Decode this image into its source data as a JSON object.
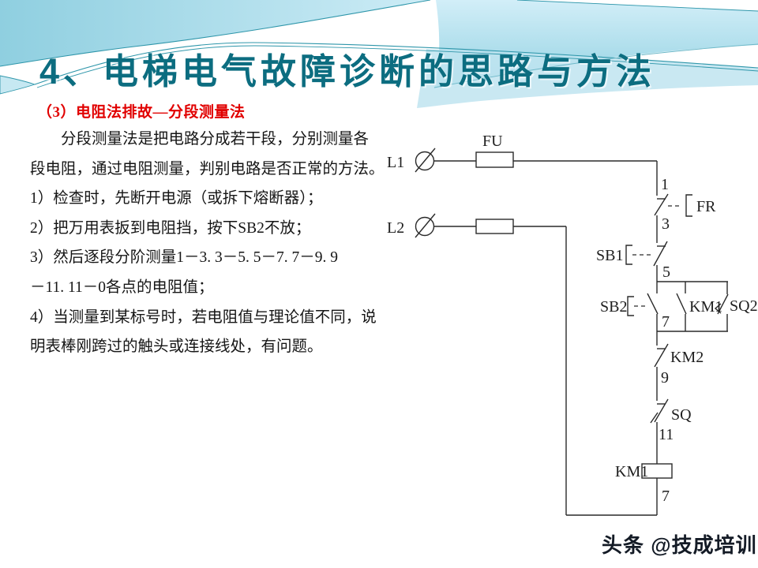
{
  "slide": {
    "title": "4、电梯电气故障诊断的思路与方法",
    "subtitle": "（3）电阻法排故—分段测量法",
    "paragraph_lines": [
      "分段测量法是把电路分成若干段，分别测量各",
      "段电阻，通过电阻测量，判别电路是否正常的方法。",
      "1）检查时，先断开电源（或拆下熔断器）；",
      "2）把万用表扳到电阻挡，按下SB2不放；",
      "3）然后逐段分阶测量1－3. 3－5. 5－7. 7－9. 9",
      "－11.  11－0各点的电阻值；",
      "4）当测量到某标号时，若电阻值与理论值不同，说",
      "明表棒刚跨过的触头或连接线处，有问题。"
    ],
    "watermark": "头条 @技成培训"
  },
  "circuit": {
    "labels": {
      "l1": "L1",
      "l2": "L2",
      "fu": "FU",
      "fr": "FR",
      "sb1": "SB1",
      "sb2": "SB2",
      "km1": "KM1",
      "sq2": "SQ2",
      "km2": "KM2",
      "sq": "SQ",
      "km1_coil": "KM1"
    },
    "nodes": {
      "n1": "1",
      "n3": "3",
      "n5": "5",
      "n7": "7",
      "n9": "9",
      "n11": "11",
      "n7b": "7"
    }
  },
  "colors": {
    "title_teal": "#0c6d80",
    "subtitle_red": "#e10000",
    "accent_line": "#2e96aa",
    "wave_blue": "#9ad5e4",
    "watermark_navy": "#141b26"
  }
}
